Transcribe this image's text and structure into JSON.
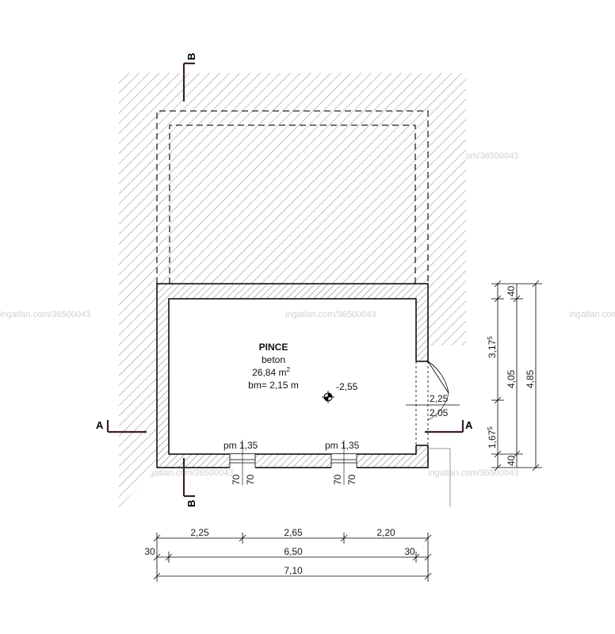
{
  "room": {
    "name": "PINCE",
    "material": "beton",
    "area": "26,84 m",
    "area_sup": "2",
    "height": "bm= 2,15 m",
    "level": "-2,55"
  },
  "door": {
    "top": "2,25",
    "bottom": "2,05"
  },
  "windows": [
    {
      "label": "pm 1,35",
      "dim_a": "70",
      "dim_b": "70"
    },
    {
      "label": "pm 1,35",
      "dim_a": "70",
      "dim_b": "70"
    }
  ],
  "sections": {
    "a": "A",
    "b": "B"
  },
  "dims_bottom": {
    "row1": [
      "2,25",
      "2,65",
      "2,20"
    ],
    "row2_left": "30",
    "row2_mid": "6,50",
    "row2_right": "30",
    "row3": "7,10"
  },
  "dims_right": {
    "inner": [
      "40",
      "3,17",
      "1,67",
      "40"
    ],
    "inner_sup": [
      "5",
      "5"
    ],
    "middle": "4,05",
    "outer": "4,85"
  },
  "watermark": "ingatlan.com/36500043"
}
